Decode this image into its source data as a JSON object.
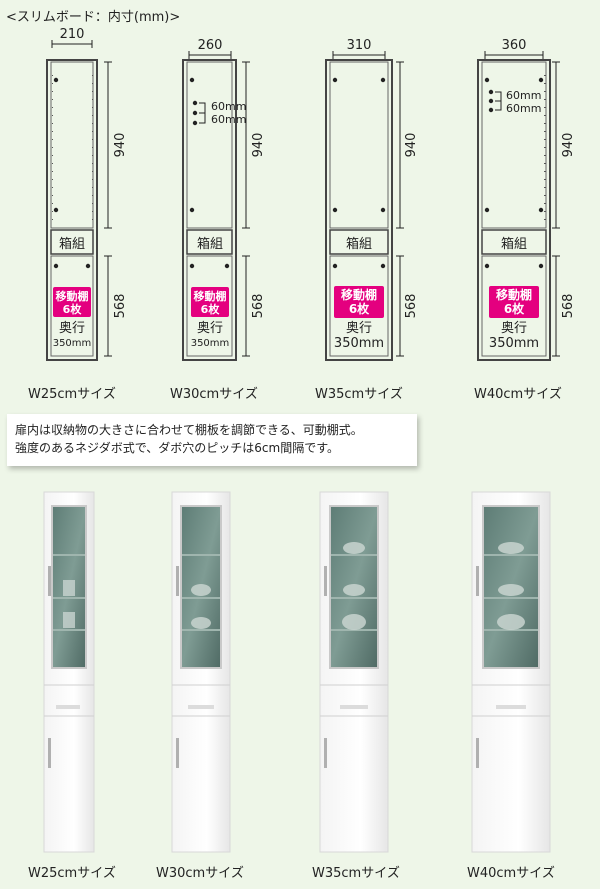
{
  "title": "<スリムボード：内寸(mm)>",
  "diagrams": [
    {
      "width_label": "210",
      "upper_height": "940",
      "lower_height": "568",
      "box_label": "箱組",
      "badge_line1": "移動棚",
      "badge_line2": "6枚",
      "depth_label": "奥行",
      "depth_value": "350mm",
      "size_label": "W25cmサイズ",
      "spacing_labels": []
    },
    {
      "width_label": "260",
      "upper_height": "940",
      "lower_height": "568",
      "box_label": "箱組",
      "badge_line1": "移動棚",
      "badge_line2": "6枚",
      "depth_label": "奥行",
      "depth_value": "350mm",
      "size_label": "W30cmサイズ",
      "spacing_labels": [
        "60mm",
        "60mm"
      ]
    },
    {
      "width_label": "310",
      "upper_height": "940",
      "lower_height": "568",
      "box_label": "箱組",
      "badge_line1": "移動棚",
      "badge_line2": "6枚",
      "depth_label": "奥行",
      "depth_value": "350mm",
      "size_label": "W35cmサイズ",
      "spacing_labels": []
    },
    {
      "width_label": "360",
      "upper_height": "940",
      "lower_height": "568",
      "box_label": "箱組",
      "badge_line1": "移動棚",
      "badge_line2": "6枚",
      "depth_label": "奥行",
      "depth_value": "350mm",
      "size_label": "W40cmサイズ",
      "spacing_labels": [
        "60mm",
        "60mm"
      ]
    }
  ],
  "note": {
    "line1": "扉内は収納物の大きさに合わせて棚板を調節できる、可動棚式。",
    "line2": "強度のあるネジダボ式で、ダボ穴のピッチは6cm間隔です。"
  },
  "photos": [
    {
      "size_label": "W25cmサイズ"
    },
    {
      "size_label": "W30cmサイズ"
    },
    {
      "size_label": "W35cmサイズ"
    },
    {
      "size_label": "W40cmサイズ"
    }
  ],
  "colors": {
    "background": "#eef6e8",
    "badge": "#e4007f",
    "cabinet": "#ffffff",
    "glass": "#6f8e86"
  }
}
